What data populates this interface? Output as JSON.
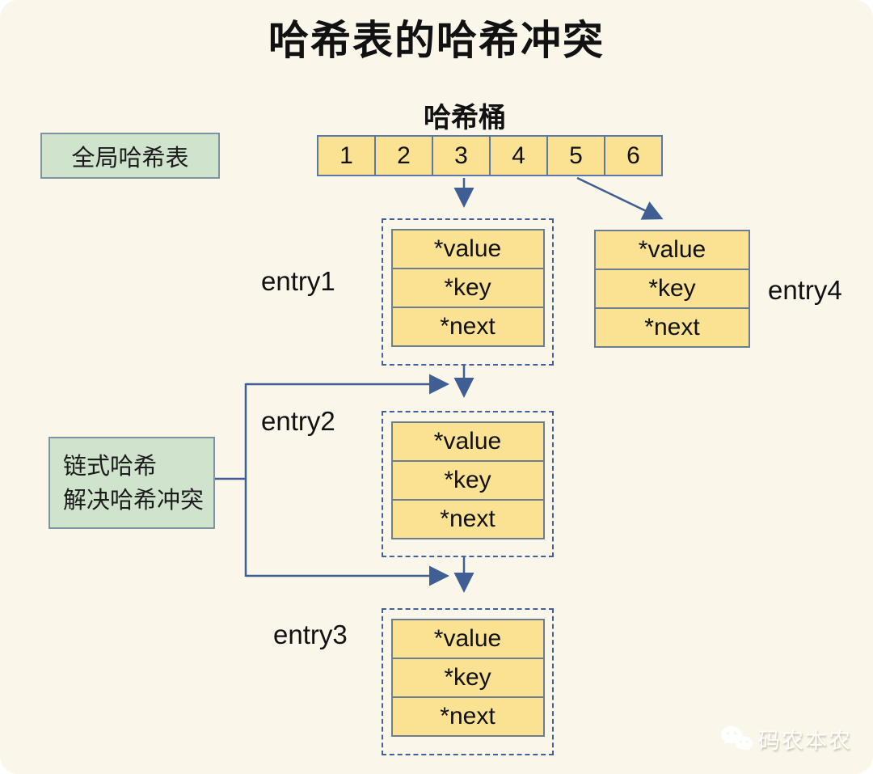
{
  "title": "哈希表的哈希冲突",
  "bucket": {
    "label": "哈希桶",
    "cells": [
      "1",
      "2",
      "3",
      "4",
      "5",
      "6"
    ]
  },
  "legend": {
    "global_table": "全局哈希表",
    "chain_line1": "链式哈希",
    "chain_line2": "解决哈希冲突"
  },
  "entries": [
    {
      "name": "entry1",
      "fields": [
        "*value",
        "*key",
        "*next"
      ]
    },
    {
      "name": "entry2",
      "fields": [
        "*value",
        "*key",
        "*next"
      ]
    },
    {
      "name": "entry3",
      "fields": [
        "*value",
        "*key",
        "*next"
      ]
    },
    {
      "name": "entry4",
      "fields": [
        "*value",
        "*key",
        "*next"
      ]
    }
  ],
  "watermark": "码农本农",
  "colors": {
    "background": "#FAF6EA",
    "cell_fill": "#FBE293",
    "cell_border": "#6C7D8E",
    "bucket_border": "#5B79A8",
    "green_fill": "#CFE3CD",
    "green_border": "#7E93A0",
    "connector": "#3F5F94"
  }
}
